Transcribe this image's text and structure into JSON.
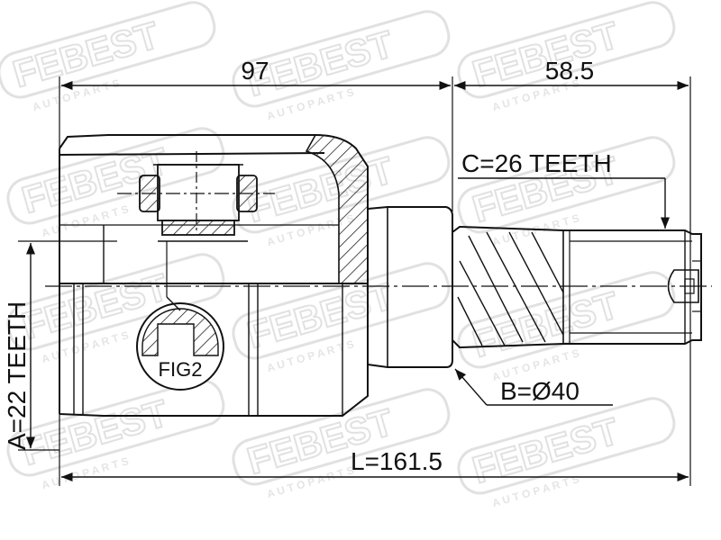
{
  "watermark": {
    "brand": "FEBEST",
    "tagline": "A U T O   P A R T S"
  },
  "dimensions": {
    "length_housing": "97",
    "length_shaft": "58.5",
    "total_length": "L=161.5",
    "outer_teeth": "C=26 TEETH",
    "seal_diameter": "B=Ø40",
    "inner_teeth": "A=22 TEETH"
  },
  "callout": {
    "fig_label": "FIG2"
  }
}
